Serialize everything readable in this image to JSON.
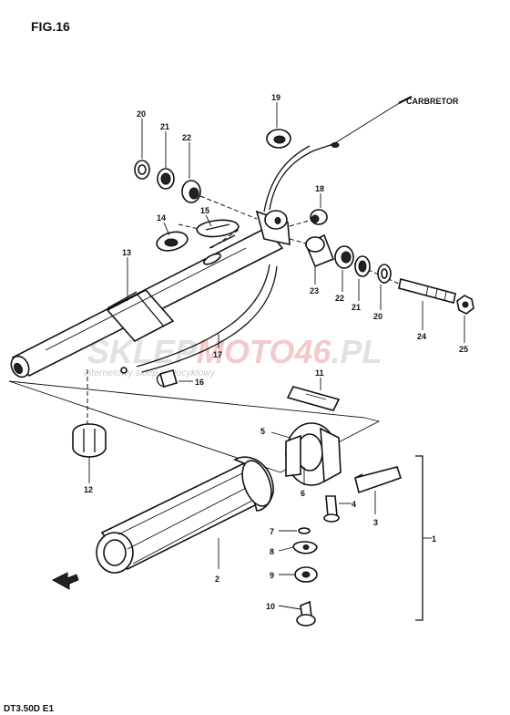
{
  "figure": {
    "title": "FIG.16",
    "footer": "DT3.50D E1",
    "carburetor_label": "CARBRETOR"
  },
  "watermark": {
    "brand_a": "SKLEP",
    "brand_b": "MOTO46",
    "brand_c": ".PL",
    "tagline": "internetowy sklep motocyklowy",
    "brand_color": "#e06060"
  },
  "callouts": {
    "c1": "1",
    "c2": "2",
    "c3": "3",
    "c4": "4",
    "c5": "5",
    "c6": "6",
    "c7": "7",
    "c8": "8",
    "c9": "9",
    "c10": "10",
    "c11": "11",
    "c12": "12",
    "c13": "13",
    "c14": "14",
    "c15": "15",
    "c16": "16",
    "c17": "17",
    "c18": "18",
    "c19": "19",
    "c20a": "20",
    "c21a": "21",
    "c22a": "22",
    "c20b": "20",
    "c21b": "21",
    "c22b": "22",
    "c23": "23",
    "c24": "24",
    "c25": "25"
  }
}
